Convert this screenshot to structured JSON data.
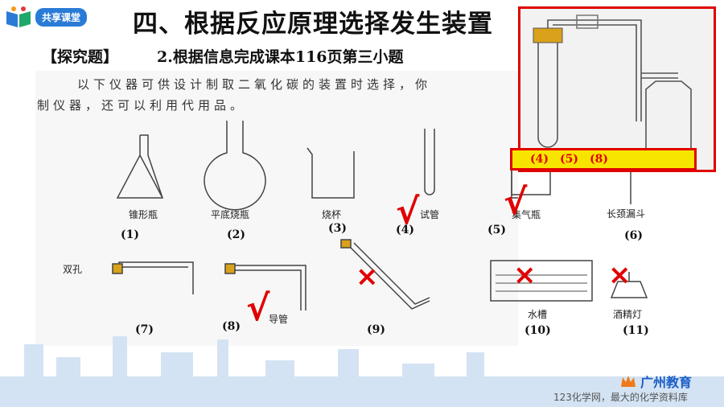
{
  "header": {
    "logo_badge": "共享课堂",
    "title": "四、根据反应原理选择发生装置",
    "tag": "【探究题】",
    "subtitle": "2.根据信息完成课本116页第三小题"
  },
  "textbook": {
    "line1": "以下仪器可供设计制取二氧化碳的装置时选择，你",
    "line2": "制仪器，还可以利用代用品。",
    "apparatus": [
      {
        "label": "锥形瓶",
        "number": "(1)"
      },
      {
        "label": "平底烧瓶",
        "number": "(2)"
      },
      {
        "label": "烧杯",
        "number": "(3)"
      },
      {
        "label": "试管",
        "number": "(4)"
      },
      {
        "label": "集气瓶",
        "number": "(5)"
      },
      {
        "label": "长颈漏斗",
        "number": "(6)"
      },
      {
        "label": "双孔",
        "number": "(7)"
      },
      {
        "label": "导管",
        "number": "(8)"
      },
      {
        "label": "",
        "number": "(9)"
      },
      {
        "label": "水槽",
        "number": "(10)"
      },
      {
        "label": "酒精灯",
        "number": "(11)"
      }
    ]
  },
  "marks": {
    "check": "√",
    "cross": "×"
  },
  "inset": {
    "items": [
      "(4)",
      "(5)",
      "(8)"
    ]
  },
  "footer": {
    "brand": "广州教育",
    "note": "123化学网，最大的化学资料库"
  },
  "colors": {
    "accent_red": "#e00000",
    "highlight_yellow": "#f7e500",
    "brand_blue": "#1a5fc7"
  }
}
